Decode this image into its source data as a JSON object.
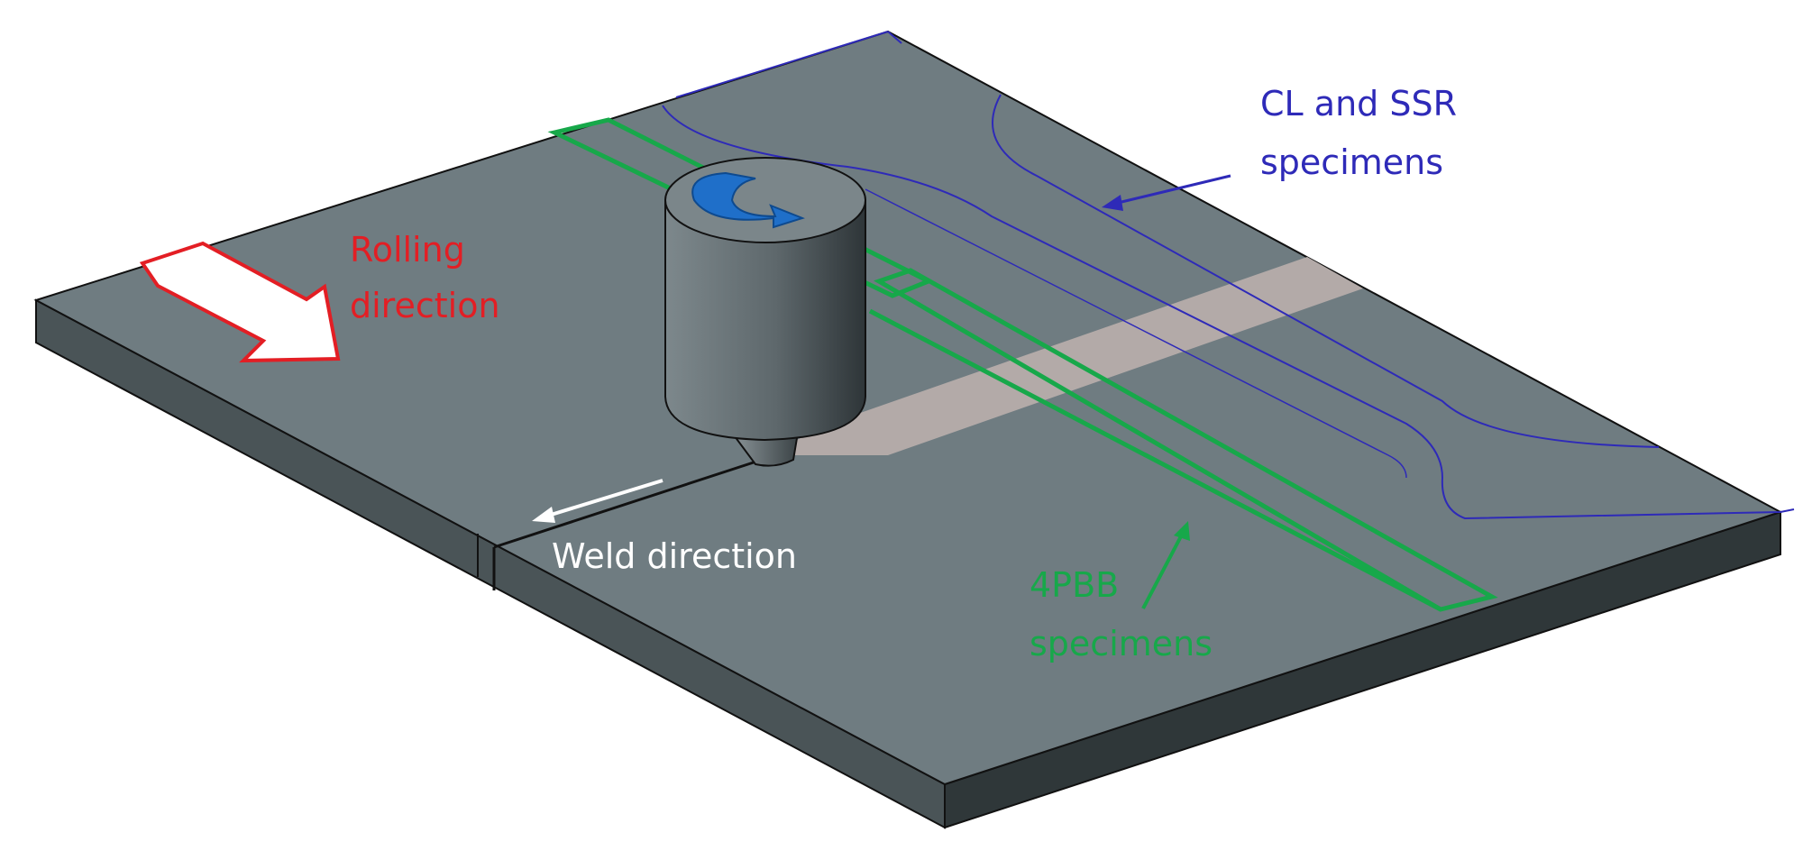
{
  "labels": {
    "rolling_direction": [
      "Rolling",
      "direction"
    ],
    "cl_ssr_specimens": [
      "CL and SSR",
      "specimens"
    ],
    "weld_direction": "Weld direction",
    "pbb_specimens": [
      "4PBB",
      "specimens"
    ]
  },
  "colors": {
    "plate_top": "#6f7c81",
    "plate_side": "#333b3e",
    "rolling": "#e31e24",
    "cl_ssr": "#2e2ab8",
    "pbb": "#17a84a",
    "weld_strip": "#b3aaa8",
    "rotation_arrow": "#1f6fc9"
  },
  "icons": [
    "rolling-direction-arrow-icon",
    "rotation-arrow-icon",
    "weld-direction-arrow-icon"
  ]
}
